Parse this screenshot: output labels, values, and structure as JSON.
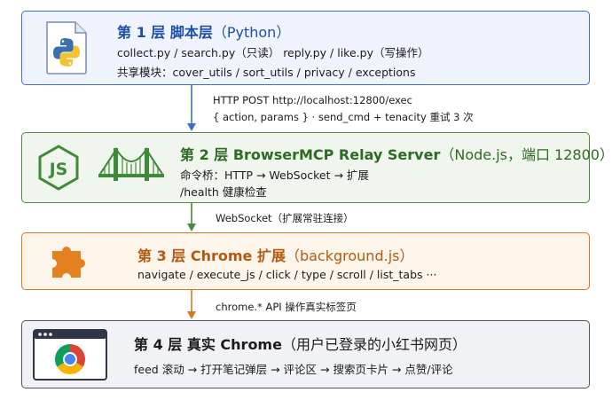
{
  "layers": [
    {
      "title": "第 1 层  脚本层",
      "title_sub": "（Python）",
      "line1": "collect.py / search.py（只读）   reply.py / like.py（写操作）",
      "line2": "共享模块：cover_utils / sort_utils / privacy / exceptions",
      "icon": "python-file-icon"
    },
    {
      "title": "第 2 层  BrowserMCP Relay Server",
      "title_sub": "（Node.js，端口 12800）",
      "line1": "命令桥：HTTP → WebSocket → 扩展",
      "line2": "/health 健康检查",
      "icon": "nodejs-icon"
    },
    {
      "title": "第 3 层  Chrome 扩展",
      "title_sub": "（background.js）",
      "line1": "navigate / execute_js / click / type / scroll / list_tabs ···",
      "icon": "puzzle-icon"
    },
    {
      "title": "第 4 层  真实 Chrome",
      "title_sub": "（用户已登录的小红书网页）",
      "line1": "feed 滚动 → 打开笔记弹层 → 评论区 → 搜索页卡片 → 点赞/评论",
      "icon": "chrome-window-icon"
    }
  ],
  "connections": [
    {
      "line1": "HTTP POST  http://localhost:12800/exec",
      "line2": "{ action, params }  ·  send_cmd + tenacity 重试 3 次",
      "color": "#3b6fc9"
    },
    {
      "line1": "WebSocket（扩展常驻连接）",
      "color": "#4c8a3c"
    },
    {
      "line1": "chrome.* API 操作真实标签页",
      "color": "#d47a26"
    }
  ],
  "colors": {
    "layer1": "#3b6fc9",
    "layer2": "#4c8a3c",
    "layer3": "#d47a26",
    "layer4": "#4e5566"
  }
}
